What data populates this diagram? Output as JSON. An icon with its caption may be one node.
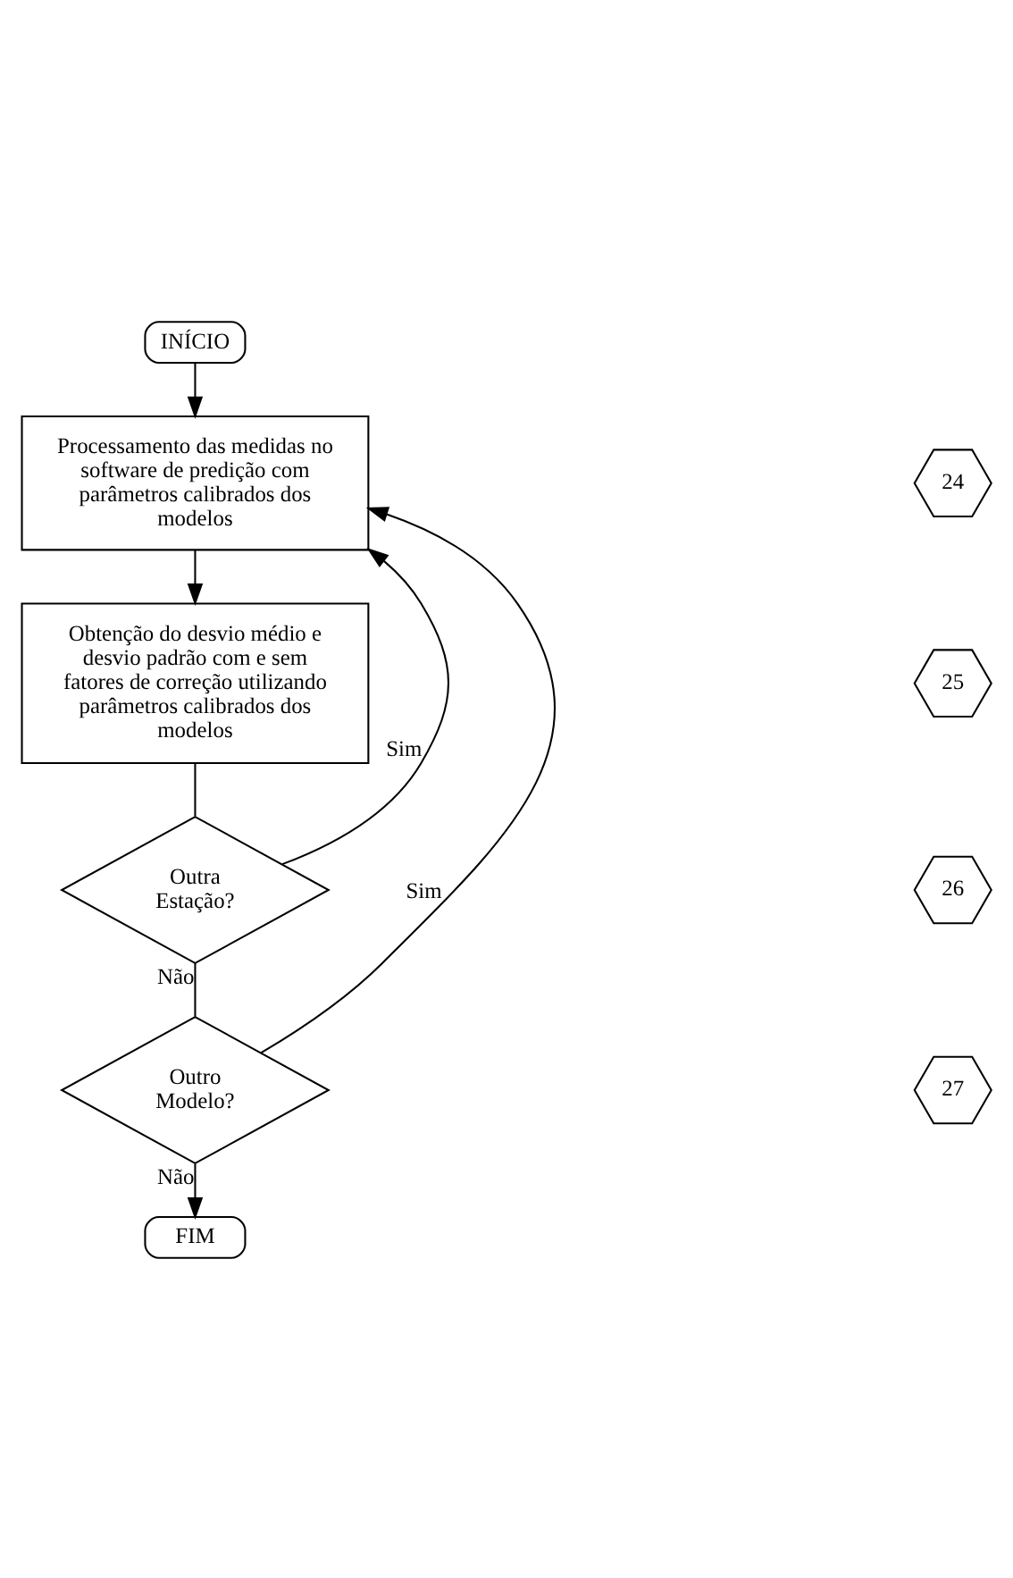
{
  "diagram": {
    "nodes": [
      {
        "text": [
          "INÍCIO"
        ]
      },
      {
        "text": [
          "Processamento das medidas no software de predição com parâmetros calibrados dos modelos"
        ]
      },
      {
        "text": [
          "Obtenção do desvio médio e desvio padrão com e sem fatores de correção utilizando parâmetros calibrados dos modelos"
        ]
      },
      {
        "text": [
          "Outra Estação?"
        ]
      },
      {
        "text": [
          "Outro Modelo?"
        ]
      },
      {
        "text": [
          "FIM"
        ]
      },
      {
        "text": [
          "24"
        ]
      },
      {
        "text": [
          "25"
        ]
      },
      {
        "text": [
          "26"
        ]
      },
      {
        "text": [
          "27"
        ]
      }
    ],
    "edges": [
      {
        "from": 0,
        "to": 1,
        "arrow": "to"
      },
      {
        "from": 1,
        "to": 2,
        "arrow": "to"
      },
      {
        "from": 2,
        "to": 3,
        "arrow": "none"
      },
      {
        "from": 3,
        "to": 1,
        "arrow": "to",
        "label": "Sim"
      },
      {
        "from": 3,
        "to": 4,
        "arrow": "none",
        "label": "Não"
      },
      {
        "from": 4,
        "to": 1,
        "arrow": "to",
        "label": "Sim"
      },
      {
        "from": 4,
        "to": 5,
        "arrow": "to",
        "label": "Não"
      }
    ]
  }
}
